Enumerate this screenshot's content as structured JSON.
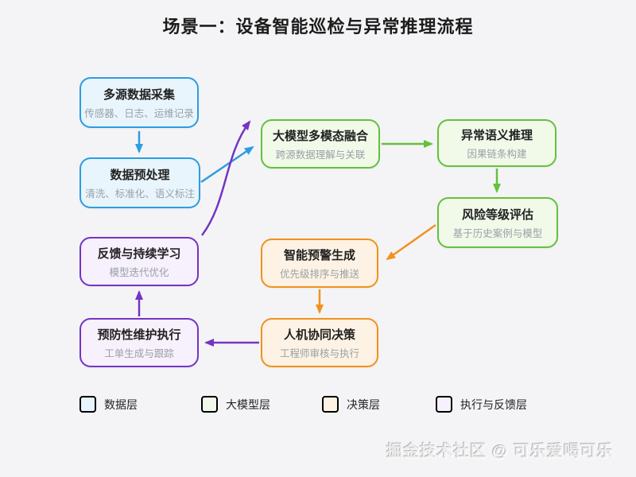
{
  "title": "场景一：设备智能巡检与异常推理流程",
  "colors": {
    "background": "#f4f4f6",
    "title_color": "#1c1c1c",
    "data_color": "#2e9ce1",
    "data_fill": "#e8f5fd",
    "model_color": "#64c13c",
    "model_fill": "#f1fae9",
    "decision_color": "#f0921e",
    "decision_fill": "#fdf2e3",
    "feedback_color": "#7434c4",
    "feedback_fill": "#f7f0fd"
  },
  "nodes": [
    {
      "title": "多源数据采集",
      "subtitle": "传感器、日志、运维记录",
      "layer": "data"
    },
    {
      "title": "数据预处理",
      "subtitle": "清洗、标准化、语义标注",
      "layer": "data"
    },
    {
      "title": "大模型多模态融合",
      "subtitle": "跨源数据理解与关联",
      "layer": "model"
    },
    {
      "title": "异常语义推理",
      "subtitle": "因果链条构建",
      "layer": "model"
    },
    {
      "title": "风险等级评估",
      "subtitle": "基于历史案例与模型",
      "layer": "model"
    },
    {
      "title": "智能预警生成",
      "subtitle": "优先级排序与推送",
      "layer": "decision"
    },
    {
      "title": "人机协同决策",
      "subtitle": "工程师审核与执行",
      "layer": "decision"
    },
    {
      "title": "预防性维护执行",
      "subtitle": "工单生成与跟踪",
      "layer": "feedback"
    },
    {
      "title": "反馈与持续学习",
      "subtitle": "模型迭代优化",
      "layer": "feedback"
    }
  ],
  "edges": [
    {
      "from": "多源数据采集",
      "to": "数据预处理",
      "layer": "data"
    },
    {
      "from": "数据预处理",
      "to": "大模型多模态融合",
      "layer": "data"
    },
    {
      "from": "大模型多模态融合",
      "to": "异常语义推理",
      "layer": "model"
    },
    {
      "from": "异常语义推理",
      "to": "风险等级评估",
      "layer": "model"
    },
    {
      "from": "风险等级评估",
      "to": "智能预警生成",
      "layer": "decision"
    },
    {
      "from": "智能预警生成",
      "to": "人机协同决策",
      "layer": "decision"
    },
    {
      "from": "人机协同决策",
      "to": "预防性维护执行",
      "layer": "feedback"
    },
    {
      "from": "预防性维护执行",
      "to": "反馈与持续学习",
      "layer": "feedback"
    },
    {
      "from": "反馈与持续学习",
      "to": "大模型多模态融合",
      "layer": "feedback"
    }
  ],
  "legend": [
    {
      "label": "数据层",
      "layer": "data"
    },
    {
      "label": "大模型层",
      "layer": "model"
    },
    {
      "label": "决策层",
      "layer": "decision"
    },
    {
      "label": "执行与反馈层",
      "layer": "feedback"
    }
  ],
  "watermark": "掘金技术社区 @ 可乐爱喝可乐"
}
